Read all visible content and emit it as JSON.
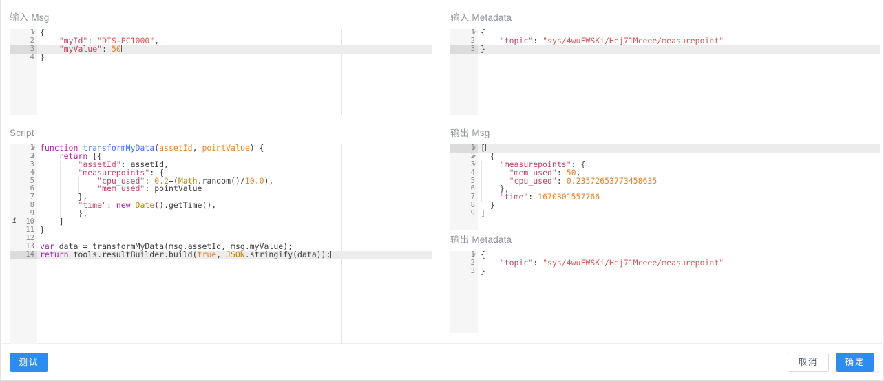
{
  "panels": {
    "input_msg": {
      "label": "输入 Msg",
      "active_line": 3,
      "lines": [
        {
          "n": "1",
          "fold": true,
          "text": "{"
        },
        {
          "n": "2",
          "fold": false,
          "text": "    \"myId\": \"DIS-PC1000\","
        },
        {
          "n": "3",
          "fold": false,
          "text": "    \"myValue\": 50"
        },
        {
          "n": "4",
          "fold": false,
          "text": "}"
        }
      ]
    },
    "input_metadata": {
      "label": "输入 Metadata",
      "active_line": 3,
      "lines": [
        {
          "n": "1",
          "fold": true,
          "text": "{"
        },
        {
          "n": "2",
          "fold": false,
          "text": "    \"topic\": \"sys/4wuFWSKi/Hej71Mceee/measurepoint\""
        },
        {
          "n": "3",
          "fold": false,
          "text": "}"
        }
      ]
    },
    "script": {
      "label": "Script",
      "active_line": 14,
      "lines": [
        {
          "n": "1",
          "fold": true,
          "mark": "",
          "text": "function transformMyData(assetId, pointValue) {"
        },
        {
          "n": "2",
          "fold": true,
          "mark": "",
          "text": "    return [{"
        },
        {
          "n": "3",
          "fold": false,
          "mark": "",
          "text": "        \"assetId\": assetId,"
        },
        {
          "n": "4",
          "fold": true,
          "mark": "",
          "text": "        \"measurepoints\": {"
        },
        {
          "n": "5",
          "fold": false,
          "mark": "",
          "text": "            \"cpu_used\": 0.2+(Math.random()/10.0),"
        },
        {
          "n": "6",
          "fold": false,
          "mark": "",
          "text": "            \"mem_used\": pointValue"
        },
        {
          "n": "7",
          "fold": false,
          "mark": "",
          "text": "        },"
        },
        {
          "n": "8",
          "fold": false,
          "mark": "",
          "text": "        \"time\": new Date().getTime(),"
        },
        {
          "n": "9",
          "fold": false,
          "mark": "",
          "text": "        },"
        },
        {
          "n": "10",
          "fold": false,
          "mark": "i",
          "text": "    ]"
        },
        {
          "n": "11",
          "fold": false,
          "mark": "",
          "text": "}"
        },
        {
          "n": "12",
          "fold": false,
          "mark": "",
          "text": ""
        },
        {
          "n": "13",
          "fold": false,
          "mark": "",
          "text": "var data = transformMyData(msg.assetId, msg.myValue);"
        },
        {
          "n": "14",
          "fold": false,
          "mark": "",
          "text": "return tools.resultBuilder.build(true, JSON.stringify(data));"
        }
      ]
    },
    "output_msg": {
      "label": "输出 Msg",
      "active_line": 1,
      "lines": [
        {
          "n": "1",
          "fold": true,
          "text": "["
        },
        {
          "n": "2",
          "fold": true,
          "text": "  {"
        },
        {
          "n": "3",
          "fold": true,
          "text": "    \"measurepoints\": {"
        },
        {
          "n": "4",
          "fold": false,
          "text": "      \"mem_used\": 50,"
        },
        {
          "n": "5",
          "fold": false,
          "text": "      \"cpu_used\": 0.23572653773458635"
        },
        {
          "n": "6",
          "fold": false,
          "text": "    },"
        },
        {
          "n": "7",
          "fold": false,
          "text": "    \"time\": 1670301557766"
        },
        {
          "n": "8",
          "fold": false,
          "text": "  }"
        },
        {
          "n": "9",
          "fold": false,
          "text": "]"
        }
      ]
    },
    "output_metadata": {
      "label": "输出 Metadata",
      "active_line": 0,
      "lines": [
        {
          "n": "1",
          "fold": true,
          "text": "{"
        },
        {
          "n": "2",
          "fold": false,
          "text": "    \"topic\": \"sys/4wuFWSKi/Hej71Mceee/measurepoint\""
        },
        {
          "n": "3",
          "fold": false,
          "text": "}"
        }
      ]
    }
  },
  "footer": {
    "test_label": "测试",
    "cancel_label": "取消",
    "ok_label": "确定"
  },
  "colors": {
    "primary": "#2d8cf0",
    "label_gray": "#909399",
    "gutter_bg": "#f6f6f6",
    "active_line_bg": "#ececec"
  }
}
